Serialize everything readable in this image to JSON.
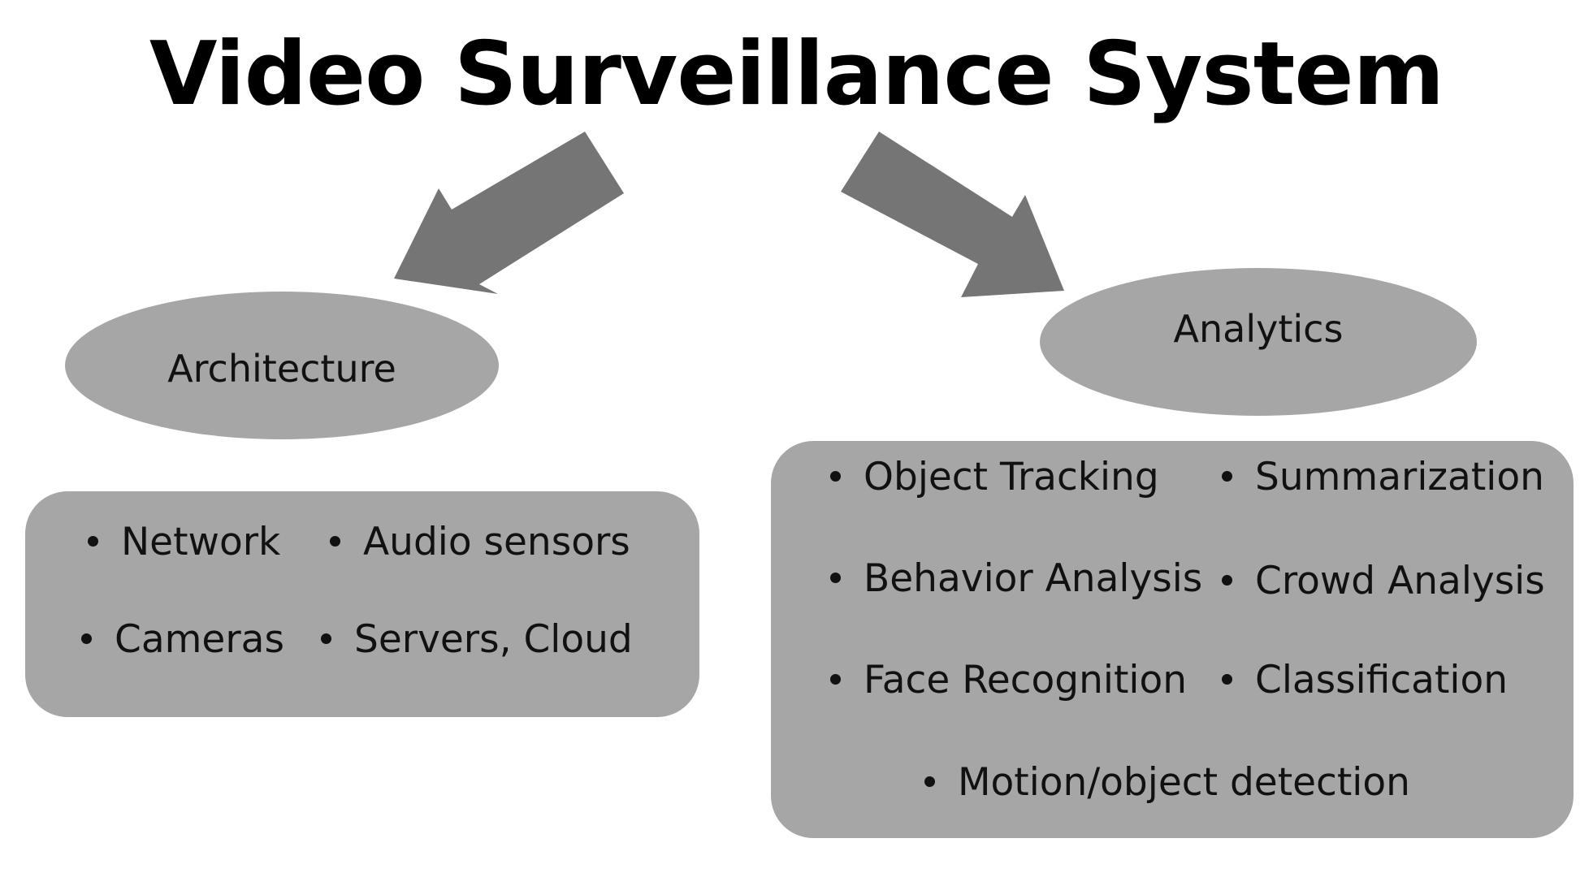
{
  "title": "Video Surveillance System",
  "colors": {
    "shape_fill": "#a6a6a6",
    "arrow_fill": "#757575",
    "text": "#111111"
  },
  "architecture": {
    "label": "Architecture",
    "items": [
      "Network",
      "Audio sensors",
      "Cameras",
      "Servers, Cloud"
    ]
  },
  "analytics": {
    "label": "Analytics",
    "items": [
      "Object Tracking",
      "Summarization",
      "Behavior Analysis",
      "Crowd Analysis",
      "Face Recognition",
      "Classification",
      "Motion/object detection"
    ]
  }
}
